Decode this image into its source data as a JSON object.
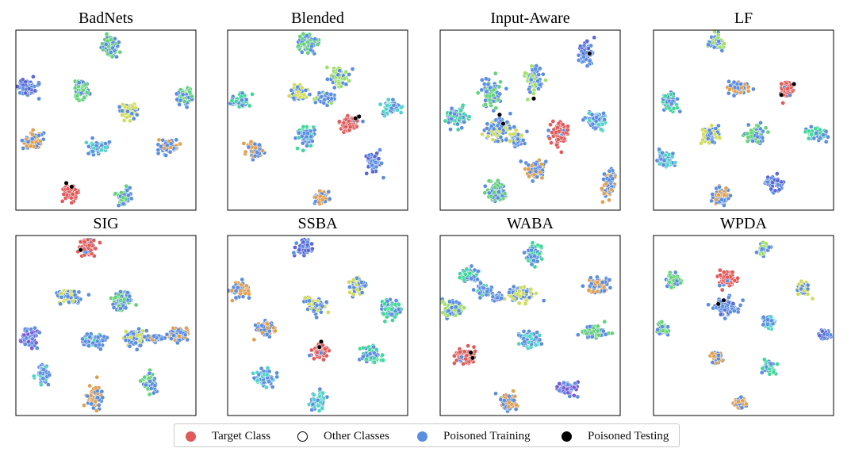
{
  "colors": {
    "target": "#e05a5a",
    "poisoned_training": "#5b8ee0",
    "poisoned_testing": "#000000",
    "other": [
      "#64d27a",
      "#5868d6",
      "#cfdd5a",
      "#e0a050",
      "#4fd4c8",
      "#9fe06a",
      "#40d89a",
      "#7a5ad8"
    ]
  },
  "legend": {
    "items": [
      {
        "label": "Target Class",
        "icon": "filled-circle",
        "color": "#e05a5a"
      },
      {
        "label": "Other Classes",
        "icon": "hollow-circle",
        "color": "#000000"
      },
      {
        "label": "Poisoned Training",
        "icon": "filled-circle",
        "color": "#5b8ee0"
      },
      {
        "label": "Poisoned Testing",
        "icon": "filled-circle",
        "color": "#000000"
      }
    ]
  },
  "chart_data": [
    {
      "type": "scatter",
      "title": "BadNets",
      "grid": false,
      "clusters": [
        {
          "x": 0.52,
          "y": 0.91,
          "w": 0.06,
          "h": 0.06,
          "cls": "o0",
          "poison": 0.55
        },
        {
          "x": 0.06,
          "y": 0.68,
          "w": 0.06,
          "h": 0.06,
          "cls": "o1",
          "poison": 0.6
        },
        {
          "x": 0.37,
          "y": 0.67,
          "w": 0.05,
          "h": 0.06,
          "cls": "o0",
          "poison": 0.5
        },
        {
          "x": 0.94,
          "y": 0.63,
          "w": 0.06,
          "h": 0.05,
          "cls": "o0",
          "poison": 0.55
        },
        {
          "x": 0.63,
          "y": 0.55,
          "w": 0.06,
          "h": 0.05,
          "cls": "o2",
          "poison": 0.45
        },
        {
          "x": 0.1,
          "y": 0.39,
          "w": 0.06,
          "h": 0.05,
          "cls": "o3",
          "poison": 0.5
        },
        {
          "x": 0.46,
          "y": 0.35,
          "w": 0.07,
          "h": 0.04,
          "cls": "o4",
          "poison": 0.55
        },
        {
          "x": 0.85,
          "y": 0.35,
          "w": 0.06,
          "h": 0.05,
          "cls": "o3",
          "poison": 0.55
        },
        {
          "x": 0.3,
          "y": 0.1,
          "w": 0.05,
          "h": 0.05,
          "cls": "target",
          "poison": 0.0,
          "test": [
            [
              0.28,
              0.15
            ],
            [
              0.31,
              0.13
            ]
          ]
        },
        {
          "x": 0.6,
          "y": 0.07,
          "w": 0.05,
          "h": 0.05,
          "cls": "o0",
          "poison": 0.5
        }
      ]
    },
    {
      "type": "scatter",
      "title": "Blended",
      "grid": false,
      "clusters": [
        {
          "x": 0.44,
          "y": 0.93,
          "w": 0.06,
          "h": 0.06,
          "cls": "o0",
          "poison": 0.45
        },
        {
          "x": 0.62,
          "y": 0.74,
          "w": 0.06,
          "h": 0.05,
          "cls": "o5",
          "poison": 0.45
        },
        {
          "x": 0.54,
          "y": 0.62,
          "w": 0.06,
          "h": 0.03,
          "cls": "o5",
          "poison": 0.8
        },
        {
          "x": 0.39,
          "y": 0.65,
          "w": 0.06,
          "h": 0.05,
          "cls": "o2",
          "poison": 0.45
        },
        {
          "x": 0.07,
          "y": 0.61,
          "w": 0.06,
          "h": 0.05,
          "cls": "o6",
          "poison": 0.5
        },
        {
          "x": 0.92,
          "y": 0.57,
          "w": 0.07,
          "h": 0.05,
          "cls": "o4",
          "poison": 0.55
        },
        {
          "x": 0.68,
          "y": 0.48,
          "w": 0.06,
          "h": 0.05,
          "cls": "target",
          "poison": 0.15,
          "test": [
            [
              0.71,
              0.51
            ],
            [
              0.73,
              0.52
            ]
          ]
        },
        {
          "x": 0.44,
          "y": 0.41,
          "w": 0.06,
          "h": 0.06,
          "cls": "o6",
          "poison": 0.55
        },
        {
          "x": 0.15,
          "y": 0.34,
          "w": 0.06,
          "h": 0.05,
          "cls": "o3",
          "poison": 0.5
        },
        {
          "x": 0.81,
          "y": 0.27,
          "w": 0.05,
          "h": 0.07,
          "cls": "o1",
          "poison": 0.55
        },
        {
          "x": 0.52,
          "y": 0.07,
          "w": 0.05,
          "h": 0.05,
          "cls": "o3",
          "poison": 0.5
        }
      ]
    },
    {
      "type": "scatter",
      "title": "Input-Aware",
      "grid": false,
      "clusters": [
        {
          "x": 0.81,
          "y": 0.87,
          "w": 0.04,
          "h": 0.09,
          "cls": "o1",
          "poison": 0.55,
          "test": [
            [
              0.83,
              0.87
            ]
          ]
        },
        {
          "x": 0.52,
          "y": 0.72,
          "w": 0.05,
          "h": 0.09,
          "cls": "o5",
          "poison": 0.55,
          "test": [
            [
              0.52,
              0.62
            ]
          ]
        },
        {
          "x": 0.28,
          "y": 0.65,
          "w": 0.06,
          "h": 0.09,
          "cls": "o0",
          "poison": 0.55
        },
        {
          "x": 0.09,
          "y": 0.52,
          "w": 0.07,
          "h": 0.06,
          "cls": "o6",
          "poison": 0.55
        },
        {
          "x": 0.33,
          "y": 0.45,
          "w": 0.07,
          "h": 0.08,
          "cls": "o2",
          "poison": 0.65,
          "test": [
            [
              0.33,
              0.53
            ],
            [
              0.35,
              0.48
            ]
          ]
        },
        {
          "x": 0.43,
          "y": 0.4,
          "w": 0.05,
          "h": 0.05,
          "cls": "o2",
          "poison": 0.8
        },
        {
          "x": 0.86,
          "y": 0.5,
          "w": 0.07,
          "h": 0.05,
          "cls": "o4",
          "poison": 0.55
        },
        {
          "x": 0.66,
          "y": 0.42,
          "w": 0.06,
          "h": 0.07,
          "cls": "target",
          "poison": 0.1
        },
        {
          "x": 0.53,
          "y": 0.22,
          "w": 0.07,
          "h": 0.06,
          "cls": "o3",
          "poison": 0.6
        },
        {
          "x": 0.31,
          "y": 0.1,
          "w": 0.06,
          "h": 0.07,
          "cls": "o0",
          "poison": 0.45
        },
        {
          "x": 0.94,
          "y": 0.15,
          "w": 0.04,
          "h": 0.09,
          "cls": "o3",
          "poison": 0.55
        }
      ]
    },
    {
      "type": "scatter",
      "title": "LF",
      "grid": false,
      "clusters": [
        {
          "x": 0.35,
          "y": 0.93,
          "w": 0.05,
          "h": 0.05,
          "cls": "o5",
          "poison": 0.5
        },
        {
          "x": 0.47,
          "y": 0.68,
          "w": 0.06,
          "h": 0.05,
          "cls": "o3",
          "poison": 0.55
        },
        {
          "x": 0.74,
          "y": 0.67,
          "w": 0.05,
          "h": 0.05,
          "cls": "target",
          "poison": 0.1,
          "test": [
            [
              0.78,
              0.7
            ],
            [
              0.71,
              0.64
            ]
          ]
        },
        {
          "x": 0.09,
          "y": 0.6,
          "w": 0.05,
          "h": 0.06,
          "cls": "o6",
          "poison": 0.55
        },
        {
          "x": 0.32,
          "y": 0.42,
          "w": 0.06,
          "h": 0.05,
          "cls": "o2",
          "poison": 0.5
        },
        {
          "x": 0.57,
          "y": 0.42,
          "w": 0.06,
          "h": 0.05,
          "cls": "o0",
          "poison": 0.55
        },
        {
          "x": 0.91,
          "y": 0.42,
          "w": 0.07,
          "h": 0.04,
          "cls": "o6",
          "poison": 0.55
        },
        {
          "x": 0.07,
          "y": 0.28,
          "w": 0.05,
          "h": 0.05,
          "cls": "o4",
          "poison": 0.55
        },
        {
          "x": 0.67,
          "y": 0.15,
          "w": 0.06,
          "h": 0.05,
          "cls": "o1",
          "poison": 0.45
        },
        {
          "x": 0.38,
          "y": 0.07,
          "w": 0.05,
          "h": 0.06,
          "cls": "o3",
          "poison": 0.5
        }
      ]
    },
    {
      "type": "scatter",
      "title": "SIG",
      "grid": false,
      "clusters": [
        {
          "x": 0.4,
          "y": 0.93,
          "w": 0.06,
          "h": 0.05,
          "cls": "target",
          "poison": 0.1,
          "test": [
            [
              0.36,
              0.92
            ]
          ]
        },
        {
          "x": 0.29,
          "y": 0.66,
          "w": 0.07,
          "h": 0.05,
          "cls": "o2",
          "poison": 0.5
        },
        {
          "x": 0.59,
          "y": 0.64,
          "w": 0.06,
          "h": 0.06,
          "cls": "o0",
          "poison": 0.55
        },
        {
          "x": 0.08,
          "y": 0.43,
          "w": 0.05,
          "h": 0.06,
          "cls": "o7",
          "poison": 0.55
        },
        {
          "x": 0.43,
          "y": 0.42,
          "w": 0.07,
          "h": 0.05,
          "cls": "o6",
          "poison": 0.6
        },
        {
          "x": 0.66,
          "y": 0.43,
          "w": 0.07,
          "h": 0.05,
          "cls": "o2",
          "poison": 0.6
        },
        {
          "x": 0.9,
          "y": 0.45,
          "w": 0.07,
          "h": 0.04,
          "cls": "o3",
          "poison": 0.6
        },
        {
          "x": 0.78,
          "y": 0.43,
          "w": 0.06,
          "h": 0.02,
          "cls": "o3",
          "poison": 0.9
        },
        {
          "x": 0.15,
          "y": 0.23,
          "w": 0.05,
          "h": 0.06,
          "cls": "o4",
          "poison": 0.55
        },
        {
          "x": 0.74,
          "y": 0.18,
          "w": 0.05,
          "h": 0.06,
          "cls": "o0",
          "poison": 0.5
        },
        {
          "x": 0.44,
          "y": 0.1,
          "w": 0.05,
          "h": 0.07,
          "cls": "o3",
          "poison": 0.45
        }
      ]
    },
    {
      "type": "scatter",
      "title": "SSBA",
      "grid": false,
      "clusters": [
        {
          "x": 0.43,
          "y": 0.93,
          "w": 0.06,
          "h": 0.05,
          "cls": "o1",
          "poison": 0.55
        },
        {
          "x": 0.07,
          "y": 0.7,
          "w": 0.06,
          "h": 0.05,
          "cls": "o3",
          "poison": 0.55
        },
        {
          "x": 0.72,
          "y": 0.72,
          "w": 0.05,
          "h": 0.05,
          "cls": "o2",
          "poison": 0.5
        },
        {
          "x": 0.49,
          "y": 0.61,
          "w": 0.06,
          "h": 0.05,
          "cls": "o2",
          "poison": 0.55
        },
        {
          "x": 0.91,
          "y": 0.59,
          "w": 0.06,
          "h": 0.06,
          "cls": "o6",
          "poison": 0.55
        },
        {
          "x": 0.21,
          "y": 0.48,
          "w": 0.06,
          "h": 0.05,
          "cls": "o3",
          "poison": 0.5
        },
        {
          "x": 0.51,
          "y": 0.36,
          "w": 0.05,
          "h": 0.05,
          "cls": "target",
          "poison": 0.15,
          "test": [
            [
              0.52,
              0.41
            ],
            [
              0.51,
              0.38
            ]
          ]
        },
        {
          "x": 0.79,
          "y": 0.33,
          "w": 0.06,
          "h": 0.06,
          "cls": "o6",
          "poison": 0.55
        },
        {
          "x": 0.21,
          "y": 0.21,
          "w": 0.06,
          "h": 0.05,
          "cls": "o4",
          "poison": 0.55
        },
        {
          "x": 0.51,
          "y": 0.08,
          "w": 0.05,
          "h": 0.05,
          "cls": "o4",
          "poison": 0.55
        }
      ]
    },
    {
      "type": "scatter",
      "title": "WABA",
      "grid": false,
      "clusters": [
        {
          "x": 0.53,
          "y": 0.9,
          "w": 0.06,
          "h": 0.06,
          "cls": "o6",
          "poison": 0.55
        },
        {
          "x": 0.16,
          "y": 0.78,
          "w": 0.07,
          "h": 0.04,
          "cls": "o6",
          "poison": 0.55
        },
        {
          "x": 0.24,
          "y": 0.7,
          "w": 0.05,
          "h": 0.04,
          "cls": "o6",
          "poison": 0.7
        },
        {
          "x": 0.45,
          "y": 0.67,
          "w": 0.08,
          "h": 0.05,
          "cls": "o2",
          "poison": 0.55
        },
        {
          "x": 0.88,
          "y": 0.73,
          "w": 0.07,
          "h": 0.05,
          "cls": "o3",
          "poison": 0.55
        },
        {
          "x": 0.07,
          "y": 0.59,
          "w": 0.07,
          "h": 0.05,
          "cls": "o5",
          "poison": 0.55
        },
        {
          "x": 0.32,
          "y": 0.66,
          "w": 0.03,
          "h": 0.02,
          "cls": "o1",
          "poison": 0.85
        },
        {
          "x": 0.86,
          "y": 0.46,
          "w": 0.08,
          "h": 0.04,
          "cls": "o0",
          "poison": 0.55
        },
        {
          "x": 0.5,
          "y": 0.42,
          "w": 0.07,
          "h": 0.05,
          "cls": "o4",
          "poison": 0.55
        },
        {
          "x": 0.14,
          "y": 0.33,
          "w": 0.06,
          "h": 0.05,
          "cls": "target",
          "poison": 0.1,
          "test": [
            [
              0.17,
              0.35
            ],
            [
              0.18,
              0.32
            ]
          ]
        },
        {
          "x": 0.7,
          "y": 0.15,
          "w": 0.07,
          "h": 0.04,
          "cls": "o7",
          "poison": 0.55
        },
        {
          "x": 0.38,
          "y": 0.08,
          "w": 0.06,
          "h": 0.05,
          "cls": "o3",
          "poison": 0.5
        }
      ]
    },
    {
      "type": "scatter",
      "title": "WPDA",
      "grid": false,
      "clusters": [
        {
          "x": 0.61,
          "y": 0.93,
          "w": 0.04,
          "h": 0.04,
          "cls": "o5",
          "poison": 0.4
        },
        {
          "x": 0.11,
          "y": 0.75,
          "w": 0.04,
          "h": 0.04,
          "cls": "o0",
          "poison": 0.4
        },
        {
          "x": 0.41,
          "y": 0.76,
          "w": 0.05,
          "h": 0.05,
          "cls": "target",
          "poison": 0.1
        },
        {
          "x": 0.83,
          "y": 0.7,
          "w": 0.04,
          "h": 0.04,
          "cls": "o2",
          "poison": 0.4
        },
        {
          "x": 0.41,
          "y": 0.6,
          "w": 0.08,
          "h": 0.05,
          "cls": "o1",
          "poison": 0.85,
          "test": [
            [
              0.39,
              0.64
            ],
            [
              0.36,
              0.62
            ]
          ]
        },
        {
          "x": 0.65,
          "y": 0.52,
          "w": 0.04,
          "h": 0.04,
          "cls": "o4",
          "poison": 0.4
        },
        {
          "x": 0.05,
          "y": 0.48,
          "w": 0.04,
          "h": 0.04,
          "cls": "o0",
          "poison": 0.4
        },
        {
          "x": 0.95,
          "y": 0.45,
          "w": 0.04,
          "h": 0.04,
          "cls": "o1",
          "poison": 0.4
        },
        {
          "x": 0.35,
          "y": 0.32,
          "w": 0.04,
          "h": 0.04,
          "cls": "o3",
          "poison": 0.4
        },
        {
          "x": 0.64,
          "y": 0.27,
          "w": 0.04,
          "h": 0.04,
          "cls": "o6",
          "poison": 0.4
        },
        {
          "x": 0.48,
          "y": 0.07,
          "w": 0.04,
          "h": 0.04,
          "cls": "o3",
          "poison": 0.4
        }
      ]
    }
  ]
}
